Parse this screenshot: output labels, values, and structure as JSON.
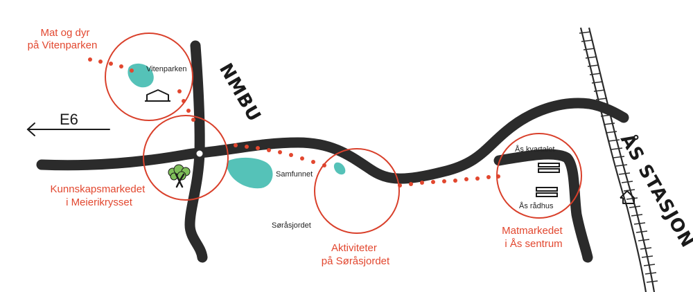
{
  "map": {
    "colors": {
      "road": "#2b2b2b",
      "circle": "#d9402b",
      "dots": "#e2472f",
      "label": "#e2472f",
      "water": "#55c2b8",
      "tree": "#7fbf5a"
    },
    "areas": {
      "nmbu": "NMBU",
      "as_stasjon": "ÅS STASJON",
      "e6": "E6"
    },
    "places": {
      "vitenparken": "Vitenparken",
      "samfunnet": "Samfunnet",
      "sorasjordet": "Søråsjordet",
      "as_kvartalet": "Ås kvartalet",
      "as_radhus": "Ås rådhus"
    },
    "events": {
      "vitenparken": {
        "line1": "Mat og dyr",
        "line2": "på Vitenparken"
      },
      "meierikrysset": {
        "line1": "Kunnskapsmarkedet",
        "line2": "i Meierikrysset"
      },
      "sorasjordet": {
        "line1": "Aktiviteter",
        "line2": "på Søråsjordet"
      },
      "sentrum": {
        "line1": "Matmarkedet",
        "line2": "i Ås sentrum"
      }
    },
    "icons": [
      "house-icon",
      "tree-icon",
      "building-icon",
      "arrow-left-icon",
      "railway-icon"
    ]
  }
}
